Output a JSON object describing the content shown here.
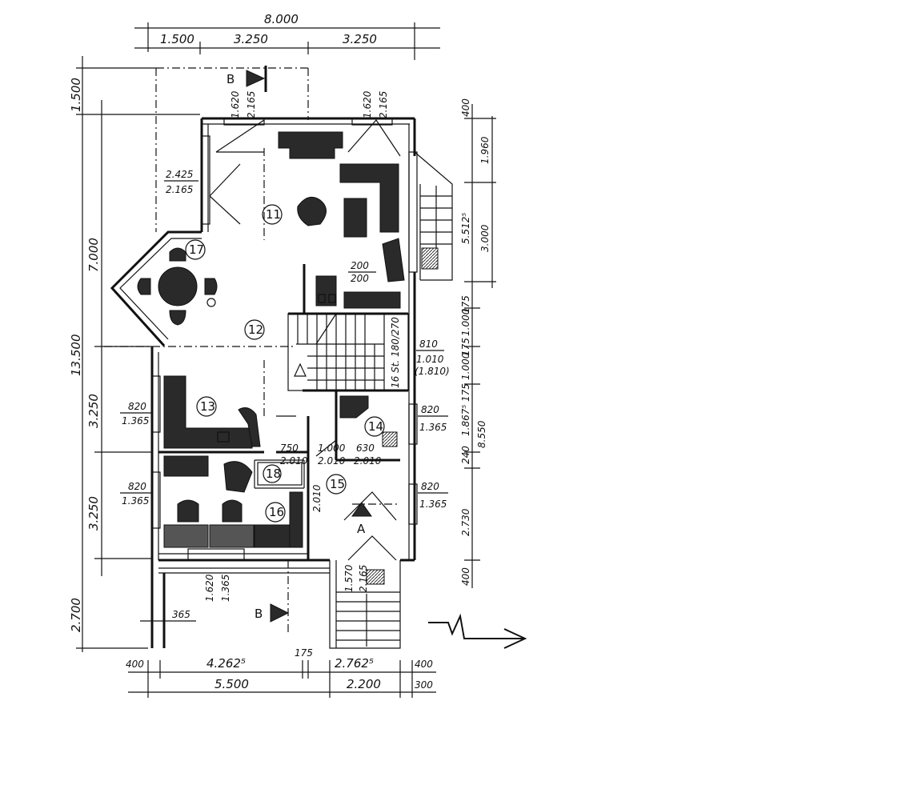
{
  "top_dims": {
    "overall": "8.000",
    "seg1": "1.500",
    "seg2": "3.250",
    "seg3": "3.250"
  },
  "bottom_dims": {
    "row1": [
      "400",
      "4.262⁵",
      "175",
      "2.762⁵",
      "400"
    ],
    "row2": [
      "5.500",
      "2.200",
      "300"
    ]
  },
  "left_dims": {
    "overall": "13.500",
    "a": "1.500",
    "b": "7.000",
    "c": "3.250",
    "d": "3.250",
    "e": "2.700"
  },
  "right_dims": {
    "outer": [
      "400",
      "1.960",
      "5.512⁵"
    ],
    "stack": [
      "3.000",
      "175",
      "1.000",
      "175",
      "1.000",
      "175",
      "1.867⁵",
      "8.550",
      "240",
      "2.730",
      "400"
    ]
  },
  "openings": {
    "top_left": [
      "1.620",
      "2.165"
    ],
    "top_right": [
      "1.620",
      "2.165"
    ],
    "left_upper": [
      "2.425",
      "2.165"
    ],
    "center": [
      "200",
      "200"
    ],
    "stair_door": [
      "810",
      "1.010",
      "(1.810)"
    ],
    "stair_steps": "16 St. 180/270",
    "room13_win": [
      "820",
      "1.365"
    ],
    "room16_win": [
      "820",
      "1.365"
    ],
    "room14_win": [
      "820",
      "1.365"
    ],
    "room15_win": [
      "820",
      "1.365"
    ],
    "door18": [
      "750",
      "2.010"
    ],
    "door14": [
      "1.000",
      "2.010"
    ],
    "door630": [
      "630",
      "2.010"
    ],
    "door16_side": "2.010",
    "bottom_win": [
      "1.620",
      "1.365"
    ],
    "entry": [
      "1.570",
      "2.165"
    ],
    "bottom_left": "365"
  },
  "rooms": [
    "11",
    "12",
    "13",
    "14",
    "15",
    "16",
    "17",
    "18"
  ],
  "section_marks": {
    "b": "B",
    "a": "A"
  },
  "north_arrow": "N"
}
